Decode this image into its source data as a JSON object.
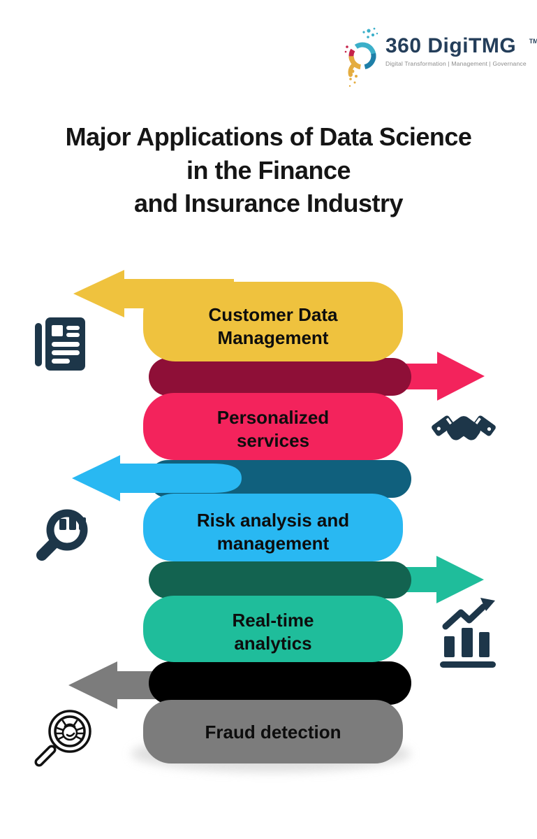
{
  "logo": {
    "brand": "360 DigiTMG",
    "trademark": "TM",
    "tagline": "Digital Transformation | Management | Governance"
  },
  "title": {
    "text": "Major Applications of Data Science\nin the Finance\nand Insurance Industry"
  },
  "colors": {
    "title_text": "#151515",
    "label_text": "#0d0d0d",
    "brand_navy": "#243e5a",
    "tagline_gray": "#8b8b8b",
    "icon_navy": "#1d3649",
    "bug_outline": "#111111",
    "shadow": "#d7d7d7",
    "logo_teal": "#3bafc9",
    "logo_blue": "#1e7fa8",
    "logo_red": "#c5234b",
    "logo_yellow": "#e4ac3f"
  },
  "items": [
    {
      "label": "Customer Data\nManagement",
      "color": "#efc23e",
      "back_color": "#efc23e",
      "arrow_direction": "left",
      "icon": "document-icon",
      "icon_side": "left"
    },
    {
      "label": "Personalized\nservices",
      "color": "#f3235c",
      "back_color": "#8e0f37",
      "arrow_direction": "right",
      "icon": "handshake-icon",
      "icon_side": "right"
    },
    {
      "label": "Risk analysis and\nmanagement",
      "color": "#29b8f2",
      "back_color": "#10607d",
      "arrow_direction": "left",
      "icon": "search-analytics-icon",
      "icon_side": "left"
    },
    {
      "label": "Real-time\nanalytics",
      "color": "#1fbd9b",
      "back_color": "#136350",
      "arrow_direction": "right",
      "icon": "growth-chart-icon",
      "icon_side": "right"
    },
    {
      "label": "Fraud detection",
      "color": "#7c7c7c",
      "back_color": "#000000",
      "arrow_direction": "left",
      "icon": "bug-search-icon",
      "icon_side": "left"
    }
  ]
}
